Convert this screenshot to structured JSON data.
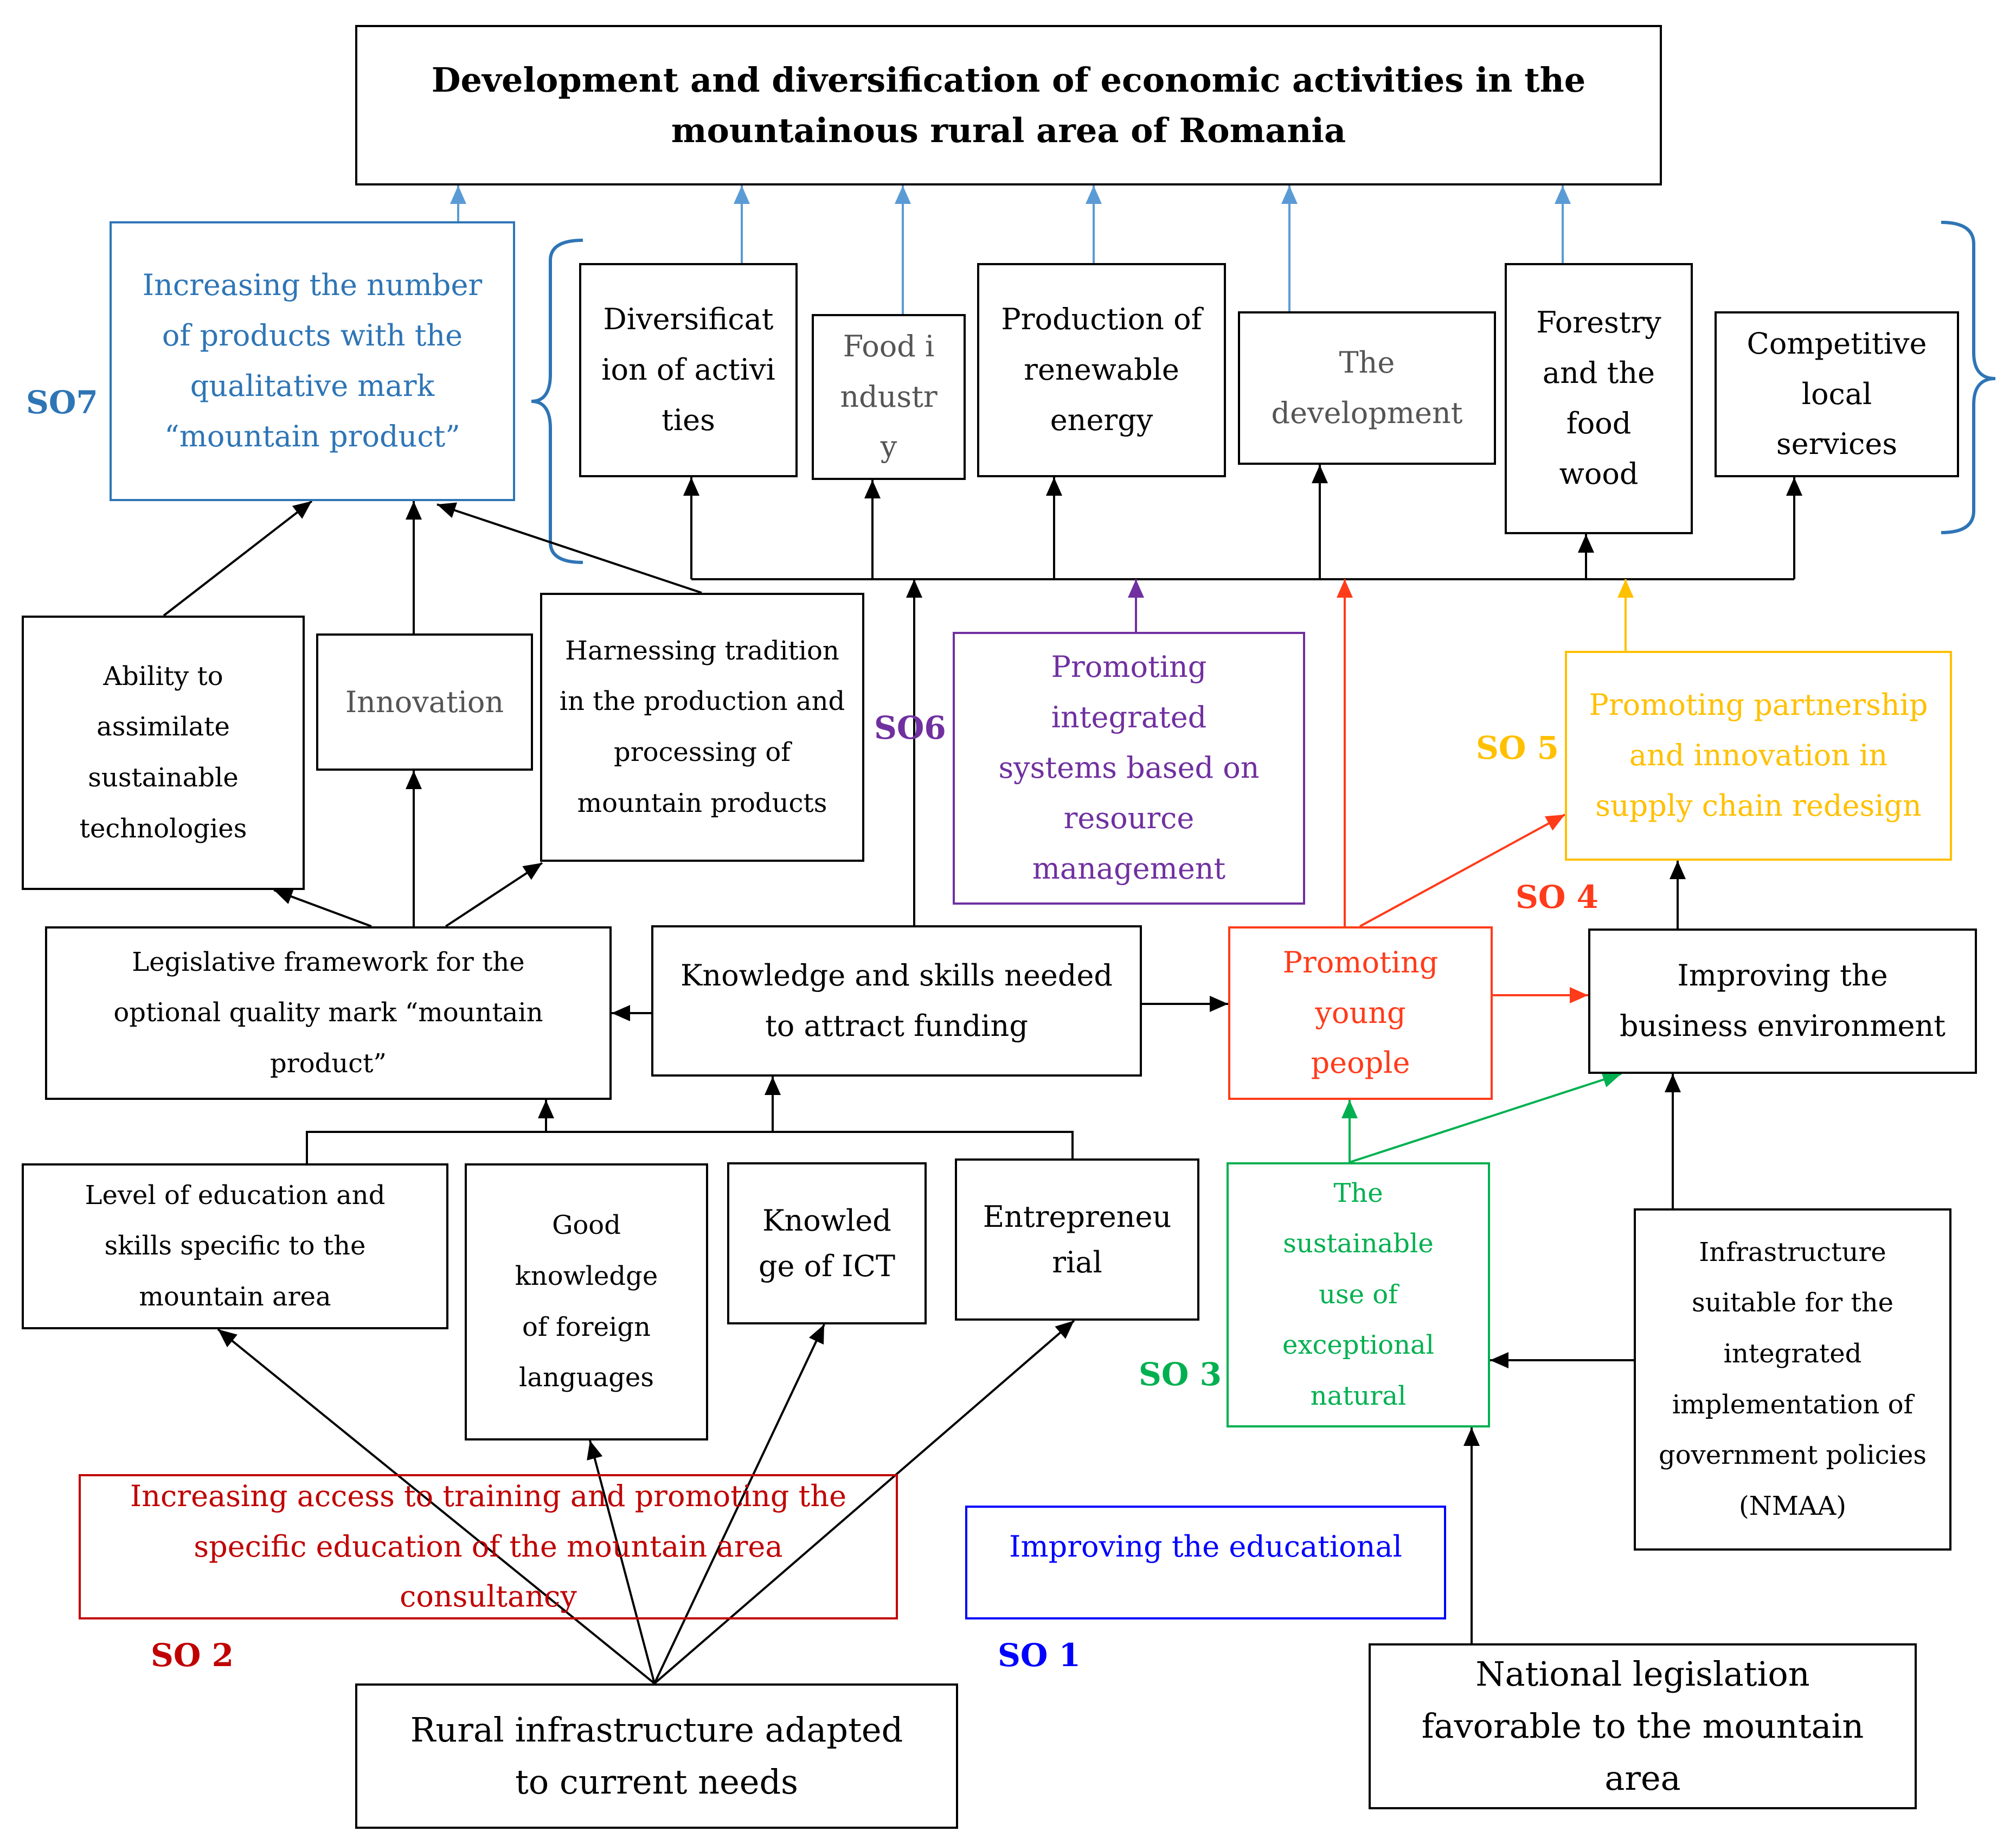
{
  "title": "Development and diversification of economic activities in the mountainous rural area of Romania",
  "colors": {
    "black": "#000000",
    "blue_light": "#5b9bd5",
    "so7_blue": "#2e75b6",
    "so6_purple": "#7030a0",
    "so4_orange": "#ff3b1a",
    "so5_yellow": "#ffc000",
    "so3_green": "#00b050",
    "so2_red": "#c00000",
    "so1_blue": "#0000ff",
    "gray_text": "#555555"
  },
  "objectives": {
    "so7": "SO7",
    "so6": "SO6",
    "so5": "SO 5",
    "so4": "SO 4",
    "so3": "SO 3",
    "so2": "SO 2",
    "so1": "SO 1"
  },
  "boxes": {
    "increasing_products": "Increasing the number of products with the qualitative mark “mountain product”",
    "diversification": "Diversification of activities",
    "food_industry": "Food industry",
    "renewable": "Production of renewable energy",
    "development": "The development",
    "forestry": "Forestry and the food wood",
    "local_services": "Competitive local services",
    "ability": "Ability to assimilate sustainable technologies",
    "innovation": "Innovation",
    "tradition": "Harnessing tradition in the production and processing of mountain products",
    "integrated_systems": "Promoting integrated systems based on resource management",
    "partnership": "Promoting partnership and innovation in supply chain redesign",
    "legislative": "Legislative framework for the optional quality mark “mountain product”",
    "knowledge_skills": "Knowledge and skills needed to attract funding",
    "young_people": "Promoting young people",
    "business_env": "Improving the business environment",
    "education_level": "Level of education and skills specific to the mountain area",
    "languages": "Good knowledge of foreign languages",
    "ict": "Knowledge of ICT",
    "entrepreneurial": "Entrepreneurial",
    "sustainable_use": "The sustainable use of exceptional natural",
    "infrastructure_nmaa": "Infrastructure suitable for the integrated implementation of government policies (NMAA)",
    "training": "Increasing access to training and promoting the specific education of the mountain area consultancy",
    "educational": "Improving the educational",
    "rural_infra": "Rural infrastructure adapted to current needs",
    "national_legislation": "National legislation favorable to the mountain area"
  }
}
